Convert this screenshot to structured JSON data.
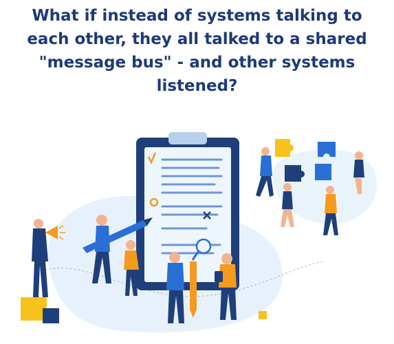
{
  "headline": {
    "line1": "What if instead of systems talking to",
    "line2": "each other, they all talked to a shared",
    "line3": "\"message bus\" - and other systems",
    "line4": "listened?"
  },
  "illustration": {
    "scene": "clipboard-teamwork-puzzle",
    "colors": {
      "heading": "#1d3a78",
      "navy": "#1f3f7a",
      "light_blue_bg": "#e6f1fb",
      "accent_orange": "#f59a1c",
      "accent_yellow": "#f7c21b",
      "puzzle_blue": "#2a6fd6"
    }
  }
}
